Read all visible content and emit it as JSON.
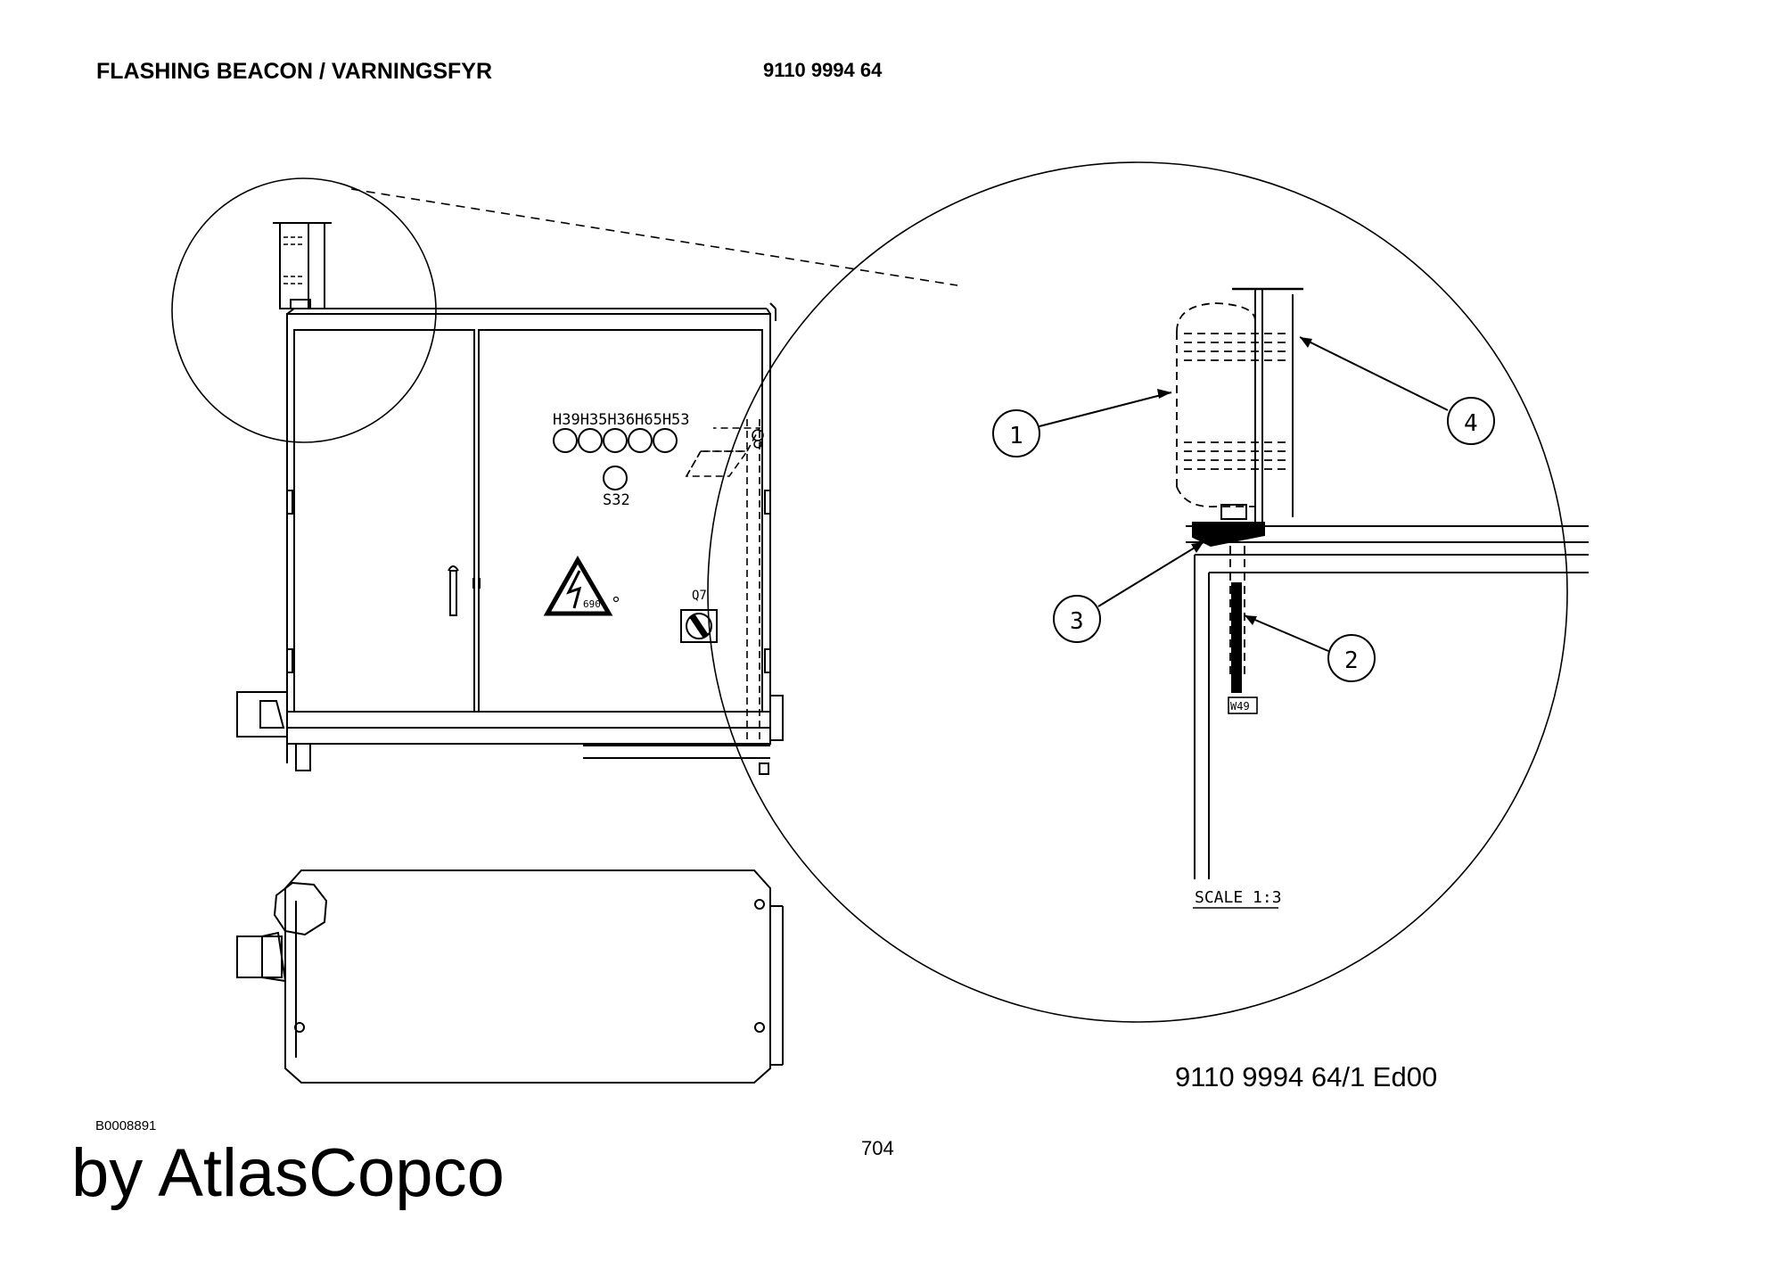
{
  "header": {
    "title": "FLASHING BEACON / VARNINGSFYR",
    "part_number": "9110 9994 64"
  },
  "drawing": {
    "indicator_labels": "H39H35H36H65H53",
    "button_label": "S32",
    "switch_label": "Q7",
    "warning_label": "690",
    "cable_tag": "W49",
    "scale_label": "SCALE 1:3",
    "callouts": [
      "1",
      "2",
      "3",
      "4"
    ]
  },
  "footer": {
    "drawing_number": "9110 9994 64/1  Ed00",
    "image_ref": "B0008891",
    "page_number": "704",
    "brand": "by AtlasCopco"
  }
}
